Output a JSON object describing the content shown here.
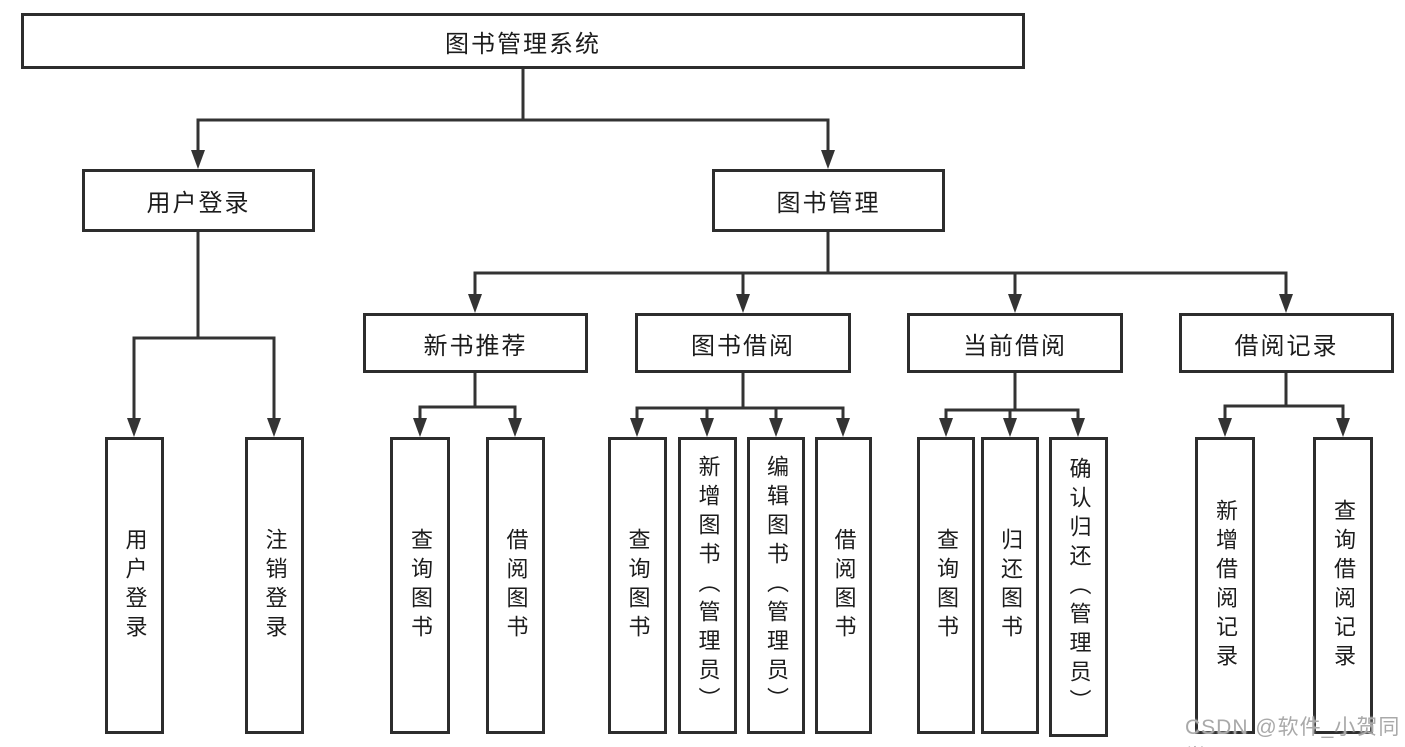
{
  "diagram_type": "tree",
  "colors": {
    "border": "#2d2d2d",
    "line": "#333333",
    "text": "#1c1c1c",
    "watermark": "#a9a9a9",
    "background": "#ffffff"
  },
  "tree": {
    "root": {
      "label": "图书管理系统"
    },
    "branches": [
      {
        "label": "用户登录",
        "children": [
          {
            "label": "用户登录"
          },
          {
            "label": "注销登录"
          }
        ]
      },
      {
        "label": "图书管理",
        "children": [
          {
            "label": "新书推荐",
            "children": [
              {
                "label": "查询图书"
              },
              {
                "label": "借阅图书"
              }
            ]
          },
          {
            "label": "图书借阅",
            "children": [
              {
                "label": "查询图书"
              },
              {
                "label": "新增图书（管理员）"
              },
              {
                "label": "编辑图书（管理员）"
              },
              {
                "label": "借阅图书"
              }
            ]
          },
          {
            "label": "当前借阅",
            "children": [
              {
                "label": "查询图书"
              },
              {
                "label": "归还图书"
              },
              {
                "label": "确认归还（管理员）"
              }
            ]
          },
          {
            "label": "借阅记录",
            "children": [
              {
                "label": "新增借阅记录"
              },
              {
                "label": "查询借阅记录"
              }
            ]
          }
        ]
      }
    ]
  },
  "watermark": {
    "text": "CSDN @软件_小贺同学"
  }
}
